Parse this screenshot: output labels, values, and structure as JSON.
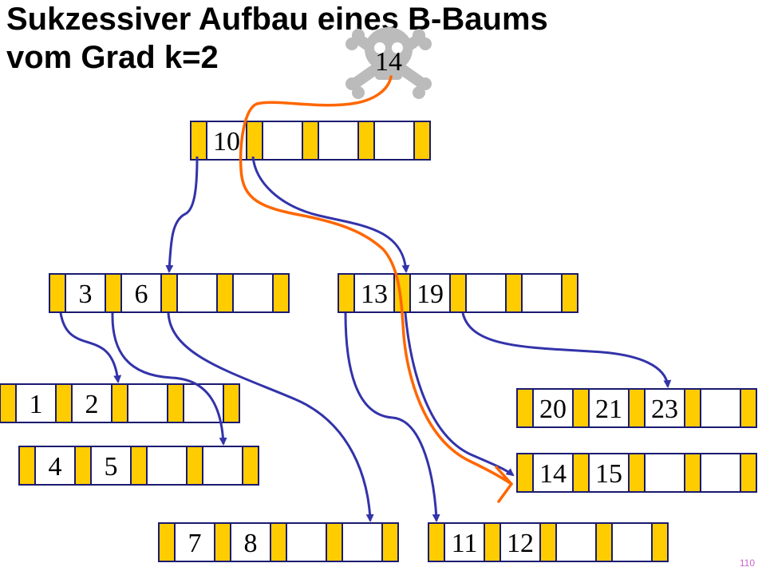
{
  "title_line1": "Sukzessiver Aufbau eines B-Baums",
  "title_line2": "vom Grad k=2",
  "slide_number": "110",
  "inserting_key": "14",
  "inserting_key_icon": "skull-crossbones-icon",
  "colors": {
    "pointer_slot": "#FFCC00",
    "key_slot": "#FFFFFF",
    "border": "#1a1a70",
    "tree_arrow": "#3333aa",
    "insert_path": "#FF6600",
    "skull": "#BBBBBB"
  },
  "nodes": [
    {
      "id": "root",
      "keys": [
        "10",
        "",
        "",
        ""
      ]
    },
    {
      "id": "left-inner",
      "keys": [
        "3",
        "6",
        "",
        ""
      ]
    },
    {
      "id": "right-inner",
      "keys": [
        "13",
        "19",
        "",
        ""
      ]
    },
    {
      "id": "leaf-1-2",
      "keys": [
        "1",
        "2",
        "",
        ""
      ]
    },
    {
      "id": "leaf-4-5",
      "keys": [
        "4",
        "5",
        "",
        ""
      ]
    },
    {
      "id": "leaf-7-8",
      "keys": [
        "7",
        "8",
        "",
        ""
      ]
    },
    {
      "id": "leaf-11-12",
      "keys": [
        "11",
        "12",
        "",
        ""
      ]
    },
    {
      "id": "leaf-14-15",
      "keys": [
        "14",
        "15",
        "",
        ""
      ]
    },
    {
      "id": "leaf-20-21-23",
      "keys": [
        "20",
        "21",
        "23",
        ""
      ]
    }
  ]
}
